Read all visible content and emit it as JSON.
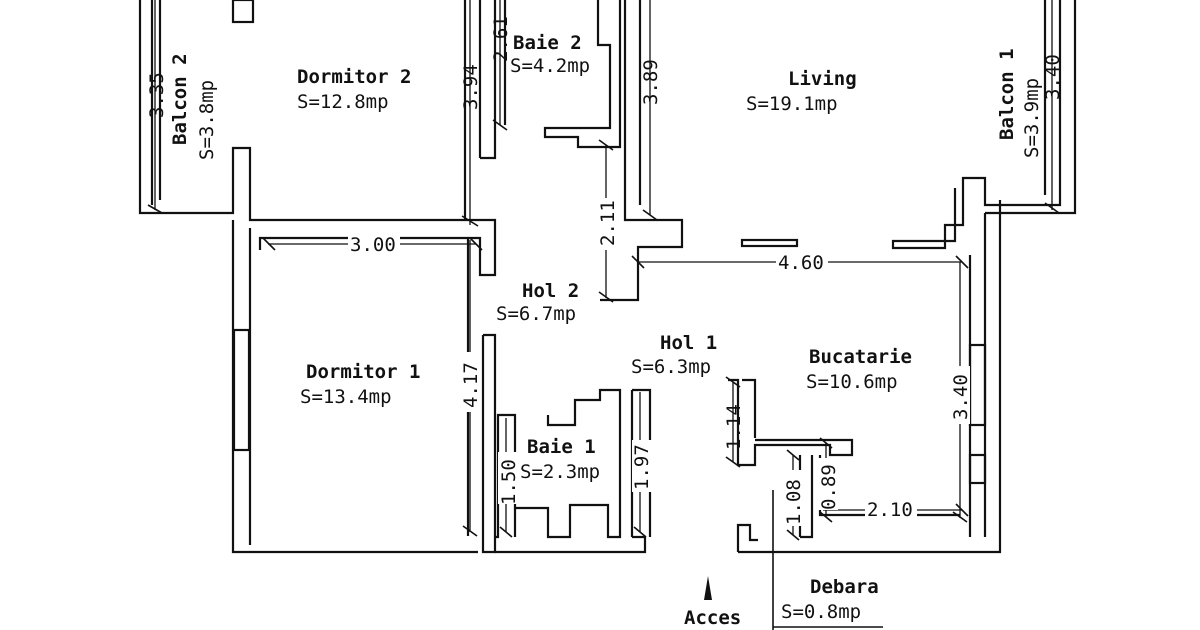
{
  "rooms": {
    "balcon2": {
      "name": "Balcon 2",
      "area": "S=3.8mp"
    },
    "dormitor2": {
      "name": "Dormitor 2",
      "area": "S=12.8mp"
    },
    "baie2": {
      "name": "Baie 2",
      "area": "S=4.2mp"
    },
    "living": {
      "name": "Living",
      "area": "S=19.1mp"
    },
    "balcon1": {
      "name": "Balcon 1",
      "area": "S=3.9mp"
    },
    "hol2": {
      "name": "Hol 2",
      "area": "S=6.7mp"
    },
    "dormitor1": {
      "name": "Dormitor 1",
      "area": "S=13.4mp"
    },
    "hol1": {
      "name": "Hol 1",
      "area": "S=6.3mp"
    },
    "bucatarie": {
      "name": "Bucatarie",
      "area": "S=10.6mp"
    },
    "baie1": {
      "name": "Baie 1",
      "area": "S=2.3mp"
    },
    "debara": {
      "name": "Debara",
      "area": "S=0.8mp"
    }
  },
  "dimensions": {
    "balcon2_h": "3.35",
    "dormitor2_h": "3.94",
    "baie2_h": "2.61",
    "living_h": "3.89",
    "balcon1_h": "3.40",
    "dormitor1_w": "3.00",
    "hol2_h": "2.11",
    "living_w": "4.60",
    "dormitor1_h": "4.17",
    "hol1_h": "1.14",
    "bucatarie_h": "3.40",
    "baie1_h": "1.50",
    "baie1_h2": "1.97",
    "debara_h": "1.08",
    "debara_w": "0.89",
    "bucatarie_w": "2.10"
  },
  "entrance": {
    "label": "Acces"
  }
}
